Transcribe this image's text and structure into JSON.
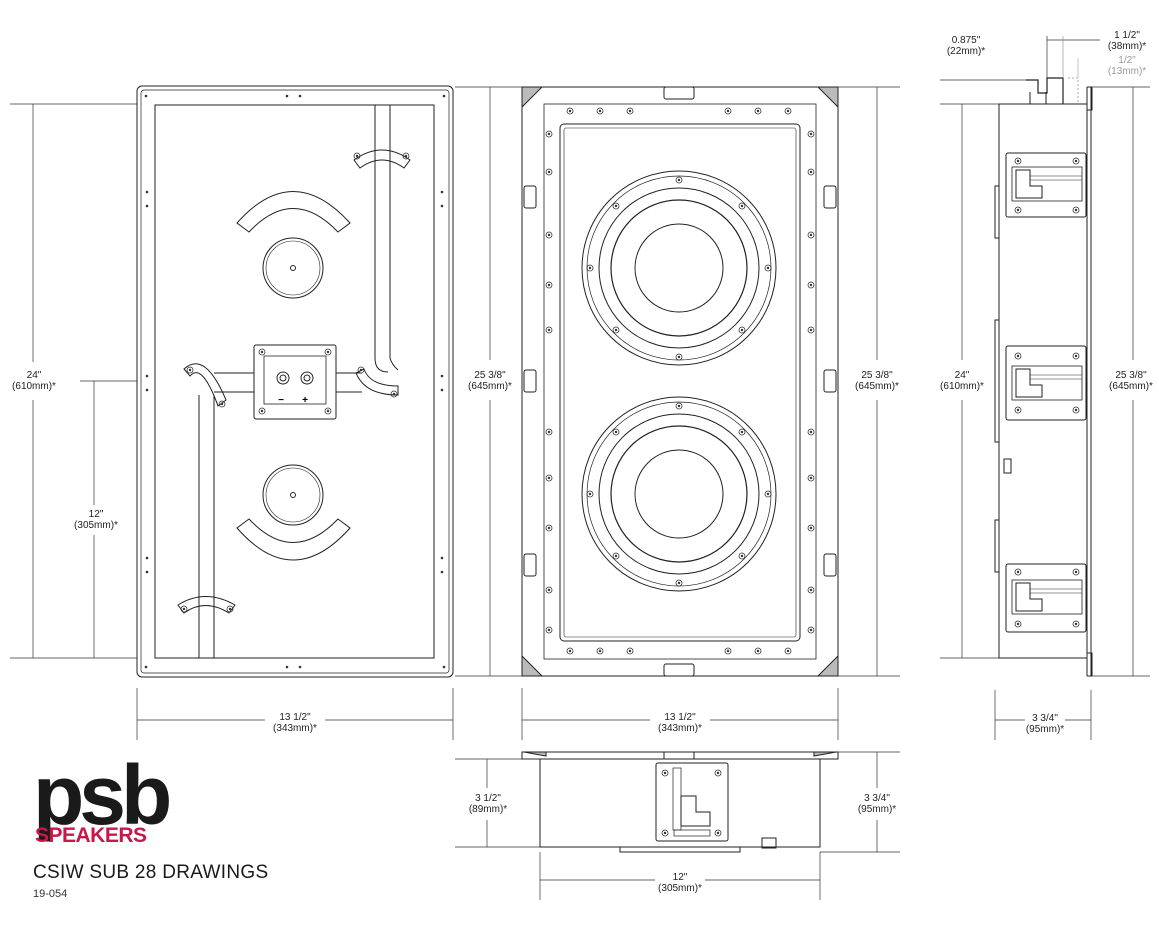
{
  "brand": {
    "logo_word": "psb",
    "logo_sub": "SPEAKERS",
    "accent_color": "#c8174a"
  },
  "document": {
    "title": "CSIW SUB 28 DRAWINGS",
    "code": "19-054"
  },
  "views": {
    "rear": {
      "height_full": {
        "imperial": "24\"",
        "metric": "(610mm)*"
      },
      "height_half": {
        "imperial": "12\"",
        "metric": "(305mm)*"
      },
      "width": {
        "imperial": "13 1/2\"",
        "metric": "(343mm)*"
      },
      "terminal_minus": "−",
      "terminal_plus": "+"
    },
    "front": {
      "height_left": {
        "imperial": "25 3/8\"",
        "metric": "(645mm)*"
      },
      "height_right": {
        "imperial": "25 3/8\"",
        "metric": "(645mm)*"
      },
      "width": {
        "imperial": "13 1/2\"",
        "metric": "(343mm)*"
      }
    },
    "side": {
      "flange": {
        "imperial": "0.875\"",
        "metric": "(22mm)*"
      },
      "clamp_reach": {
        "imperial": "1 1/2\"",
        "metric": "(38mm)*"
      },
      "clamp_min": {
        "imperial": "1/2\"",
        "metric": "(13mm)*"
      },
      "height_left": {
        "imperial": "24\"",
        "metric": "(610mm)*"
      },
      "height_right": {
        "imperial": "25 3/8\"",
        "metric": "(645mm)*"
      },
      "depth": {
        "imperial": "3 3/4\"",
        "metric": "(95mm)*"
      }
    },
    "bottom": {
      "depth_left": {
        "imperial": "3 1/2\"",
        "metric": "(89mm)*"
      },
      "depth_right": {
        "imperial": "3 3/4\"",
        "metric": "(95mm)*"
      },
      "width": {
        "imperial": "12\"",
        "metric": "(305mm)*"
      }
    }
  }
}
